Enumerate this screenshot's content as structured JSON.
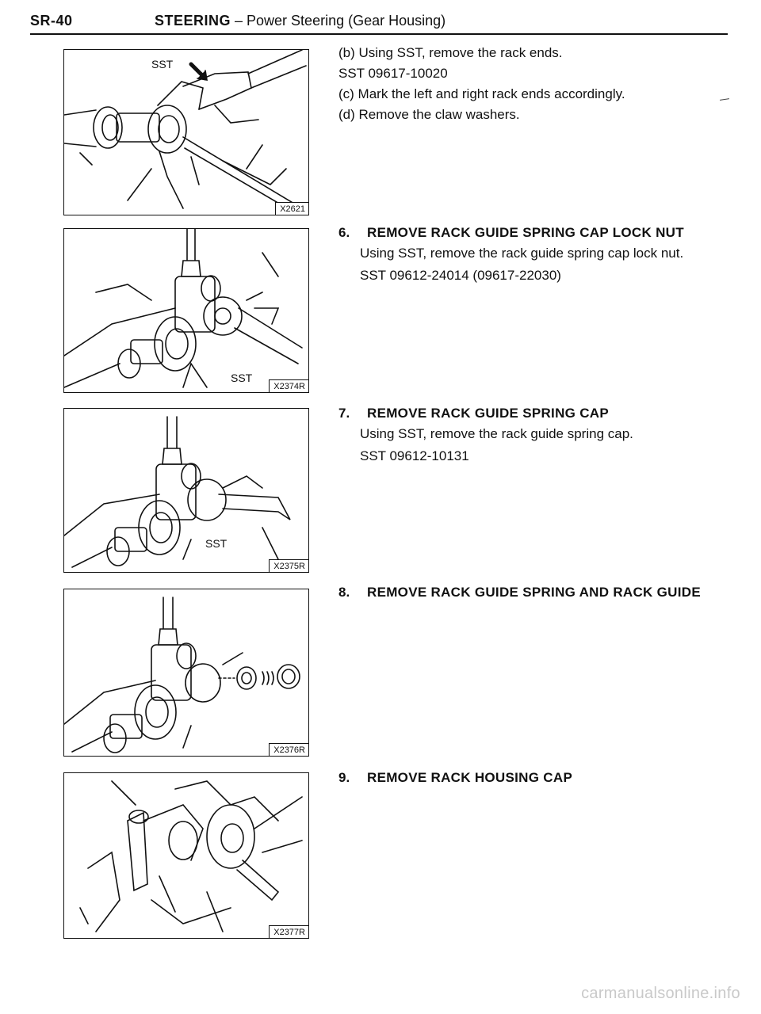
{
  "header": {
    "page_no": "SR-40",
    "section": "STEERING",
    "subtitle": " – Power Steering (Gear Housing)"
  },
  "figures": [
    {
      "id": "X2621",
      "sst": "SST"
    },
    {
      "id": "X2374R",
      "sst": "SST"
    },
    {
      "id": "X2375R",
      "sst": "SST"
    },
    {
      "id": "X2376R",
      "sst": ""
    },
    {
      "id": "X2377R",
      "sst": ""
    }
  ],
  "step5": {
    "b": "(b)  Using SST, remove the rack ends.",
    "b_sst": "SST 09617-10020",
    "c": "(c)  Mark the left and right rack ends accordingly.",
    "d": "(d)  Remove the claw washers."
  },
  "steps": [
    {
      "num": "6.",
      "head": "REMOVE RACK GUIDE SPRING CAP LOCK NUT",
      "body": "Using SST, remove the rack guide spring cap lock nut.",
      "sst": "SST 09612-24014 (09617-22030)"
    },
    {
      "num": "7.",
      "head": "REMOVE RACK GUIDE SPRING CAP",
      "body": "Using SST, remove the rack guide spring cap.",
      "sst": "SST 09612-10131"
    },
    {
      "num": "8.",
      "head": "REMOVE RACK GUIDE SPRING AND RACK GUIDE"
    },
    {
      "num": "9.",
      "head": "REMOVE RACK HOUSING CAP"
    }
  ],
  "footer": "carmanualsonline.info"
}
